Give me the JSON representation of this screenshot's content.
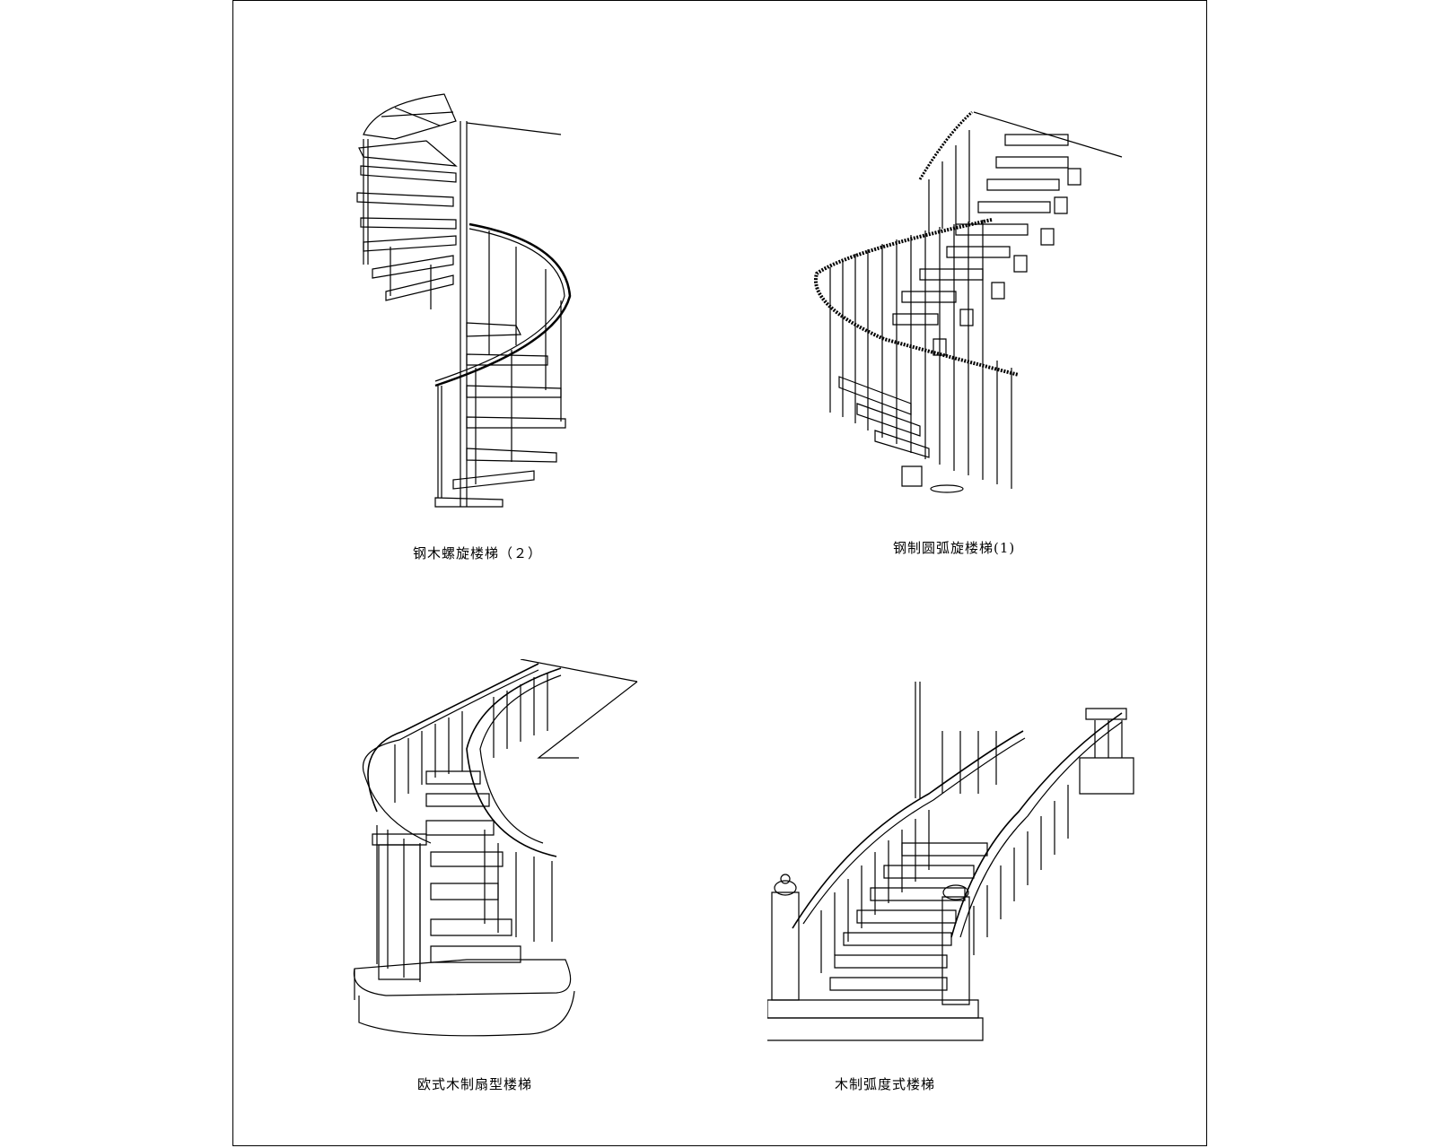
{
  "sheet": {
    "captions": [
      {
        "id": "tl",
        "text": "钢木螺旋楼梯（２）"
      },
      {
        "id": "tr",
        "text": "钢制圆弧旋楼梯(1)"
      },
      {
        "id": "bl",
        "text": "欧式木制扇型楼梯"
      },
      {
        "id": "br",
        "text": "木制弧度式楼梯"
      }
    ]
  },
  "colors": {
    "line": "#000000",
    "paper": "#ffffff"
  }
}
